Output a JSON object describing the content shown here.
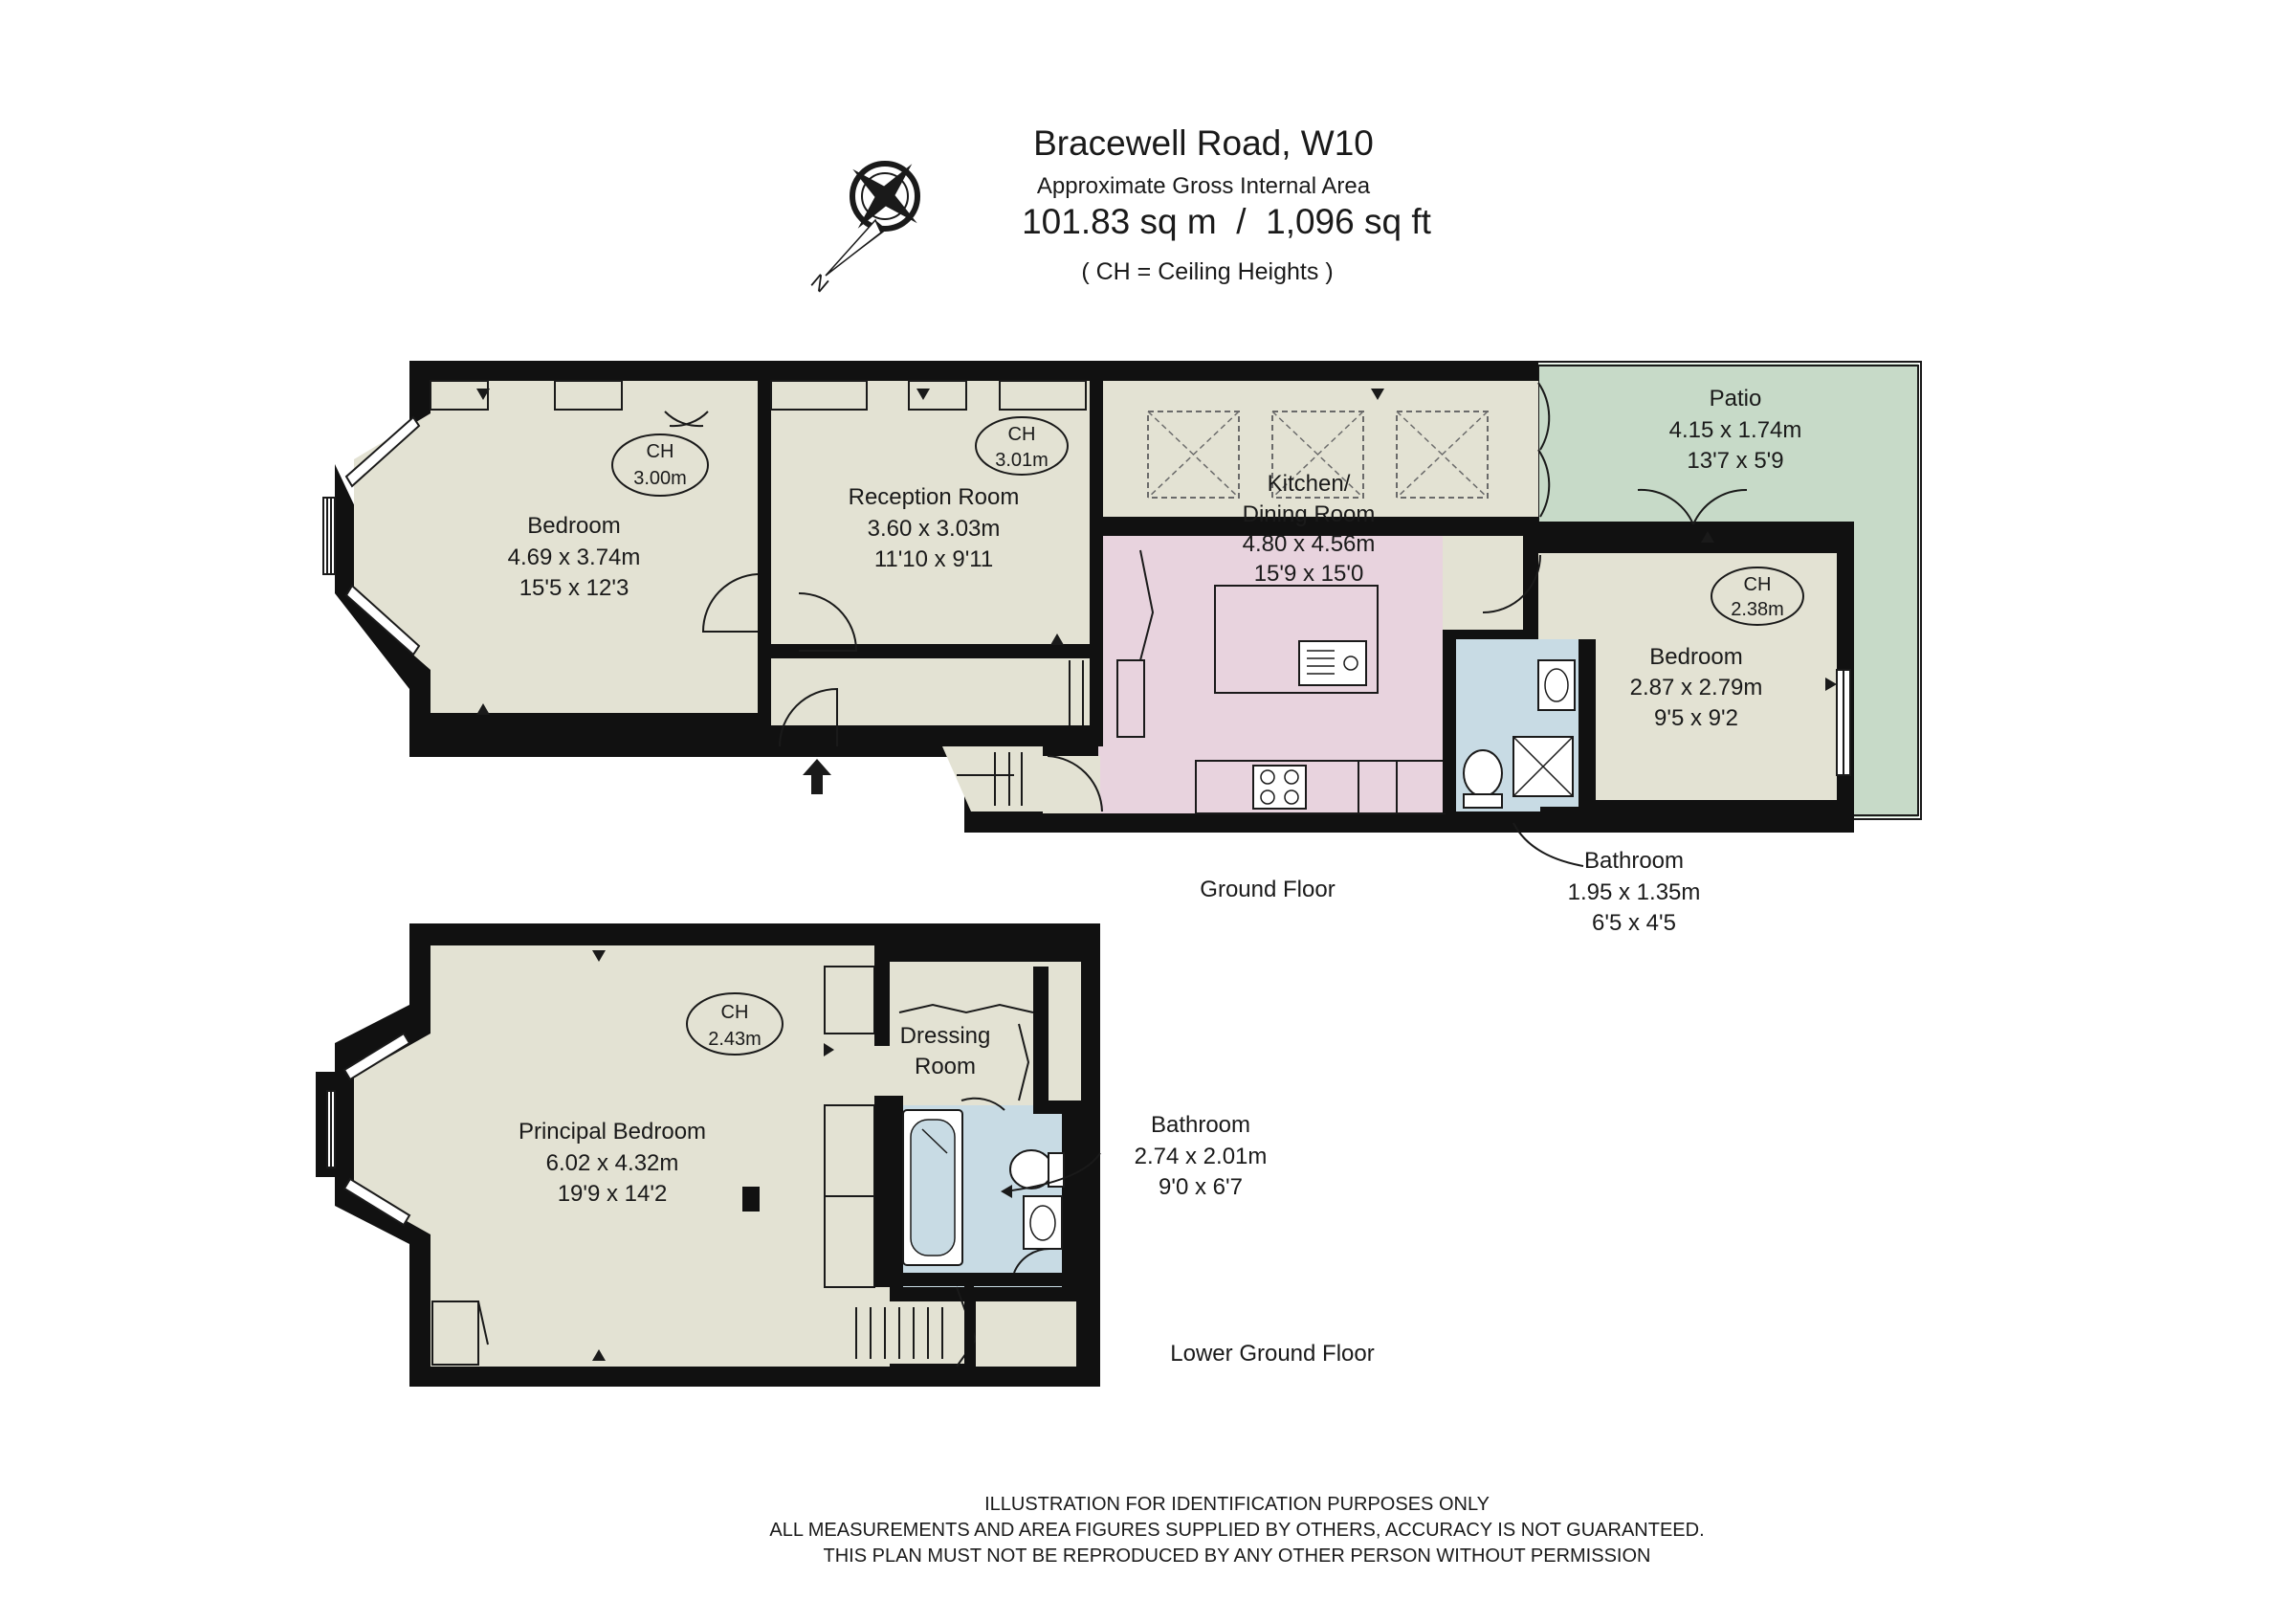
{
  "header": {
    "title": "Bracewell Road, W10",
    "subtitle": "Approximate Gross Internal Area",
    "area": "101.83 sq m  /  1,096 sq ft",
    "note": "( CH = Ceiling Heights )"
  },
  "compass": {
    "label": "N",
    "icon": "compass-rose-icon"
  },
  "ground_floor": {
    "label": "Ground Floor",
    "rooms": {
      "bedroom": {
        "name": "Bedroom",
        "metric": "4.69 x 3.74m",
        "imperial": "15'5 x 12'3",
        "ch_label": "CH",
        "ch_value": "3.00m"
      },
      "reception": {
        "name": "Reception Room",
        "metric": "3.60 x 3.03m",
        "imperial": "11'10 x 9'11",
        "ch_label": "CH",
        "ch_value": "3.01m"
      },
      "kitchen": {
        "name_line1": "Kitchen/",
        "name_line2": "Dining Room",
        "metric": "4.80 x 4.56m",
        "imperial": "15'9 x 15'0"
      },
      "patio": {
        "name": "Patio",
        "metric": "4.15 x 1.74m",
        "imperial": "13'7 x 5'9"
      },
      "bedroom2": {
        "name": "Bedroom",
        "metric": "2.87 x 2.79m",
        "imperial": "9'5 x 9'2",
        "ch_label": "CH",
        "ch_value": "2.38m"
      },
      "bathroom": {
        "name": "Bathroom",
        "metric": "1.95 x 1.35m",
        "imperial": "6'5 x 4'5"
      }
    }
  },
  "lower_ground_floor": {
    "label": "Lower Ground Floor",
    "rooms": {
      "principal": {
        "name": "Principal Bedroom",
        "metric": "6.02 x 4.32m",
        "imperial": "19'9 x 14'2",
        "ch_label": "CH",
        "ch_value": "2.43m"
      },
      "dressing": {
        "name_line1": "Dressing",
        "name_line2": "Room"
      },
      "bathroom": {
        "name": "Bathroom",
        "metric": "2.74 x 2.01m",
        "imperial": "9'0 x 6'7"
      }
    }
  },
  "colors": {
    "wall": "#111111",
    "floor": "#e3e2d3",
    "kitchen": "#e8d3de",
    "bathroom": "#c8dbe4",
    "patio": "#c7dac8"
  },
  "footer": {
    "line1": "ILLUSTRATION FOR IDENTIFICATION PURPOSES ONLY",
    "line2": "ALL MEASUREMENTS AND AREA FIGURES SUPPLIED BY OTHERS, ACCURACY IS NOT GUARANTEED.",
    "line3": "THIS PLAN MUST NOT BE REPRODUCED BY ANY OTHER PERSON WITHOUT PERMISSION"
  }
}
